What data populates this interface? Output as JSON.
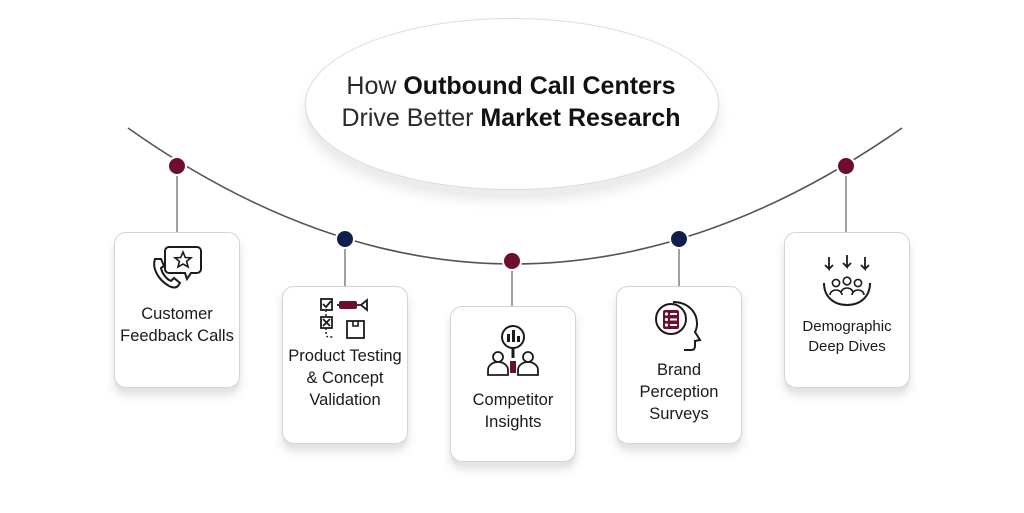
{
  "title": {
    "prefix1": "How ",
    "bold1": "Outbound Call Centers",
    "prefix2": "Drive Better ",
    "bold2": "Market Research"
  },
  "cards": [
    {
      "label": "Customer Feedback Calls",
      "icon": "phone-review-star-icon",
      "node_color": "#6d0f2b"
    },
    {
      "label": "Product Testing & Concept Validation",
      "icon": "checklist-package-icon",
      "node_color": "#0f1f4d"
    },
    {
      "label": "Competitor Insights",
      "icon": "analysts-magnifier-icon",
      "node_color": "#6d0f2b"
    },
    {
      "label": "Brand Perception Surveys",
      "icon": "head-profile-survey-icon",
      "node_color": "#0f1f4d"
    },
    {
      "label": "Demographic Deep Dives",
      "icon": "group-arrows-down-icon",
      "node_color": "#6d0f2b"
    }
  ],
  "colors": {
    "maroon": "#6d0f2b",
    "navy": "#0f1f4d",
    "line": "#555555"
  }
}
